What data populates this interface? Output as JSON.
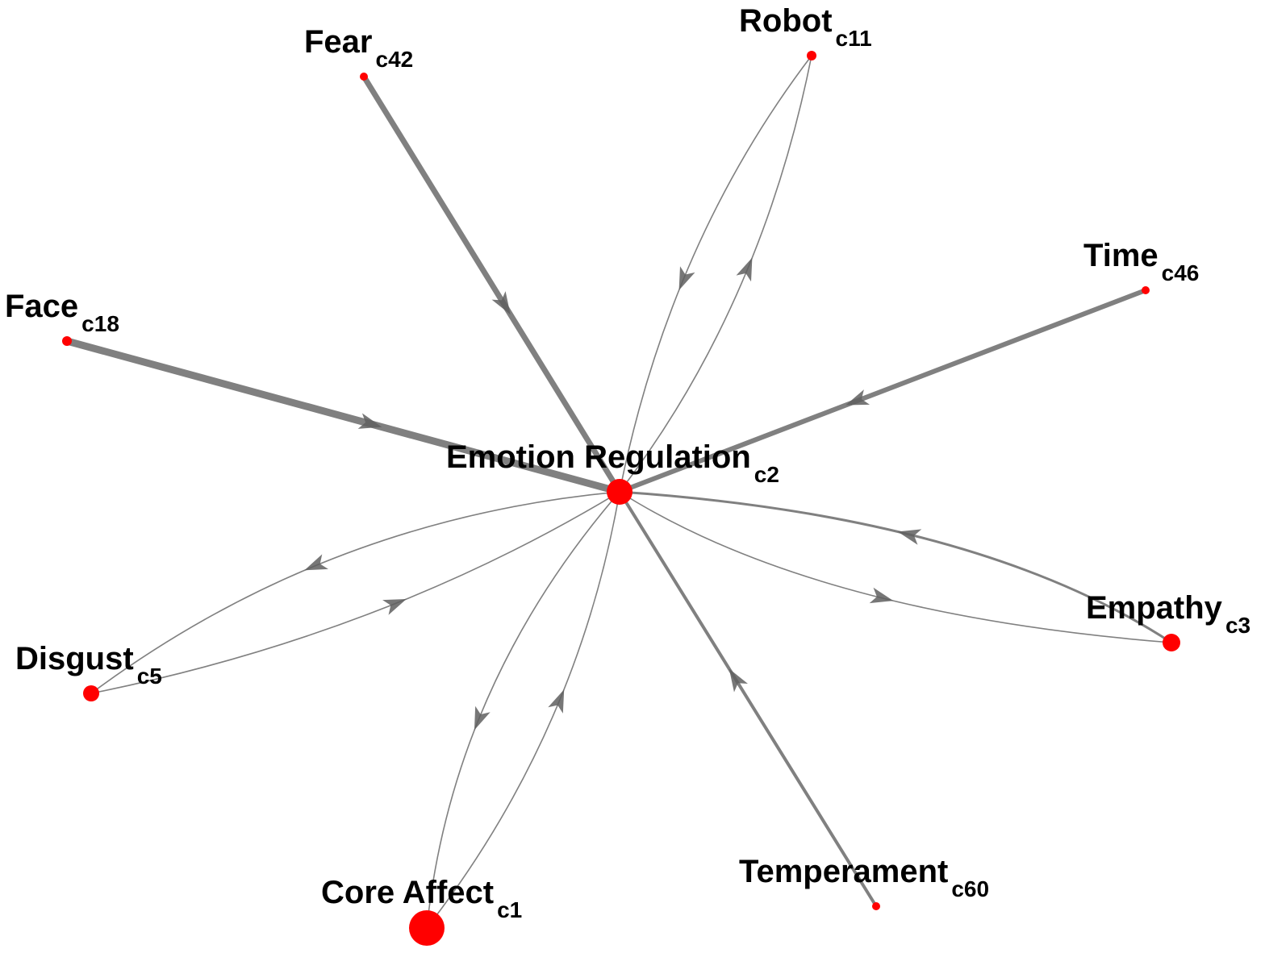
{
  "colors": {
    "node": "#ff0000",
    "edge": "#808080",
    "arrow": "#5f5f5f",
    "label": "#000000"
  },
  "nodes": [
    {
      "id": "c2",
      "name": "Emotion Regulation",
      "sub": "c2"
    },
    {
      "id": "c42",
      "name": "Fear",
      "sub": "c42"
    },
    {
      "id": "c11",
      "name": "Robot",
      "sub": "c11"
    },
    {
      "id": "c46",
      "name": "Time",
      "sub": "c46"
    },
    {
      "id": "c18",
      "name": "Face",
      "sub": "c18"
    },
    {
      "id": "c3",
      "name": "Empathy",
      "sub": "c3"
    },
    {
      "id": "c5",
      "name": "Disgust",
      "sub": "c5"
    },
    {
      "id": "c1",
      "name": "Core Affect",
      "sub": "c1"
    },
    {
      "id": "c60",
      "name": "Temperament",
      "sub": "c60"
    }
  ],
  "edges": [
    {
      "from": "c42",
      "to": "c2"
    },
    {
      "from": "c18",
      "to": "c2"
    },
    {
      "from": "c46",
      "to": "c2"
    },
    {
      "from": "c60",
      "to": "c2"
    },
    {
      "from": "c11",
      "to": "c2"
    },
    {
      "from": "c2",
      "to": "c11"
    },
    {
      "from": "c3",
      "to": "c2"
    },
    {
      "from": "c2",
      "to": "c3"
    },
    {
      "from": "c2",
      "to": "c5"
    },
    {
      "from": "c5",
      "to": "c2"
    },
    {
      "from": "c2",
      "to": "c1"
    },
    {
      "from": "c1",
      "to": "c2"
    }
  ]
}
